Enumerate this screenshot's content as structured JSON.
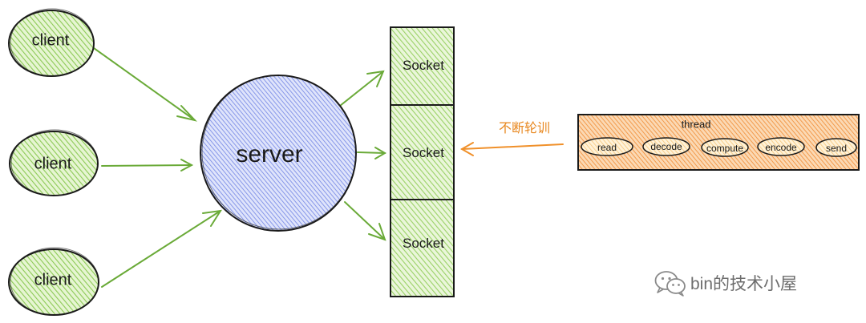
{
  "clients": [
    "client",
    "client",
    "client"
  ],
  "server": "server",
  "sockets": [
    "Socket",
    "Socket",
    "Socket"
  ],
  "poll_label": "不断轮训",
  "thread": {
    "title": "thread",
    "steps": [
      "read",
      "decode",
      "compute",
      "encode",
      "send"
    ]
  },
  "watermark": "bin的技术小屋",
  "colors": {
    "client_fill": "#9fd66b",
    "server_fill": "#9aaaf0",
    "socket_fill": "#b2e07f",
    "thread_fill": "#f4a460",
    "step_fill": "#fde3b2",
    "arrow_green": "#6aaa38",
    "arrow_orange": "#f0902a",
    "stroke": "#1a1a1a"
  }
}
